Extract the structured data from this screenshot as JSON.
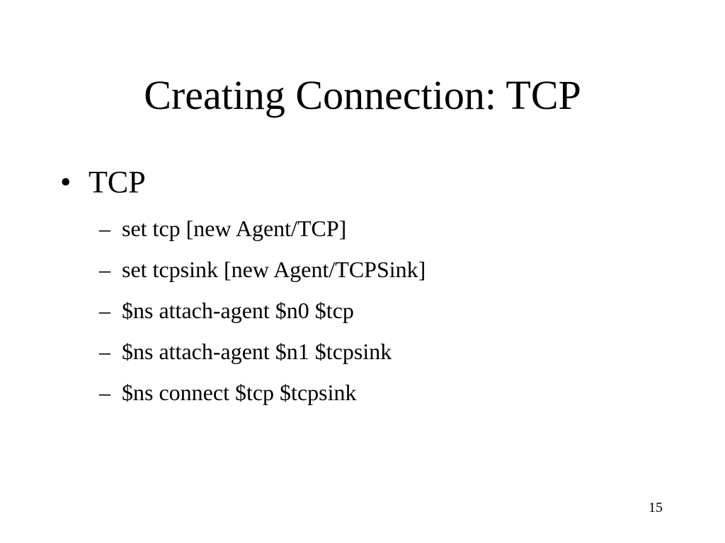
{
  "slide": {
    "title": "Creating Connection: TCP",
    "bullet": {
      "marker": "•",
      "text": "TCP",
      "sub_marker": "–",
      "items": [
        "set tcp [new Agent/TCP]",
        "set tcpsink [new Agent/TCPSink]",
        "$ns attach-agent $n0 $tcp",
        "$ns attach-agent $n1 $tcpsink",
        "$ns connect $tcp $tcpsink"
      ]
    },
    "page_number": "15"
  }
}
